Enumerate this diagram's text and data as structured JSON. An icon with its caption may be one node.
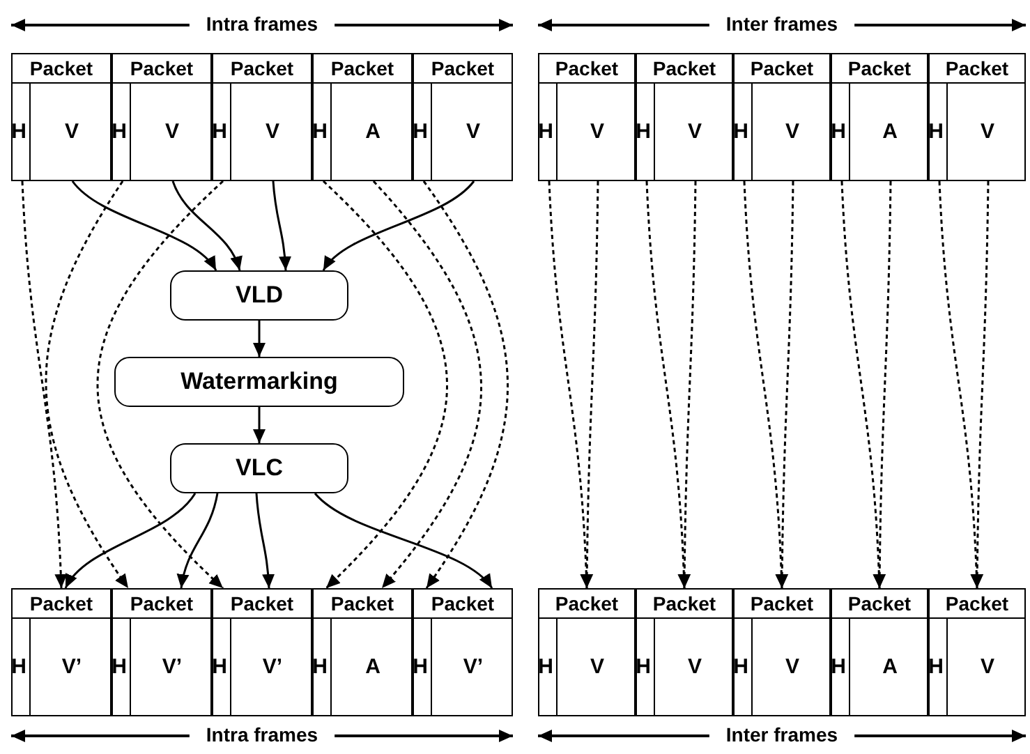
{
  "diagram": {
    "nodes": [
      {
        "text": [
          "Packet"
        ]
      },
      {
        "text": [
          "H"
        ],
        "in": 0
      },
      {
        "text": [
          "V"
        ],
        "in": 0
      },
      {
        "text": [
          "Packet"
        ]
      },
      {
        "text": [
          "H"
        ],
        "in": 3
      },
      {
        "text": [
          "V"
        ],
        "in": 3
      },
      {
        "text": [
          "Packet"
        ]
      },
      {
        "text": [
          "H"
        ],
        "in": 6
      },
      {
        "text": [
          "V"
        ],
        "in": 6
      },
      {
        "text": [
          "Packet"
        ]
      },
      {
        "text": [
          "H"
        ],
        "in": 9
      },
      {
        "text": [
          "A"
        ],
        "in": 9
      },
      {
        "text": [
          "Packet"
        ]
      },
      {
        "text": [
          "H"
        ],
        "in": 12
      },
      {
        "text": [
          "V"
        ],
        "in": 12
      },
      {
        "text": [
          "Packet"
        ]
      },
      {
        "text": [
          "H"
        ],
        "in": 15
      },
      {
        "text": [
          "V"
        ],
        "in": 15
      },
      {
        "text": [
          "Packet"
        ]
      },
      {
        "text": [
          "H"
        ],
        "in": 18
      },
      {
        "text": [
          "V"
        ],
        "in": 18
      },
      {
        "text": [
          "Packet"
        ]
      },
      {
        "text": [
          "H"
        ],
        "in": 21
      },
      {
        "text": [
          "V"
        ],
        "in": 21
      },
      {
        "text": [
          "Packet"
        ]
      },
      {
        "text": [
          "H"
        ],
        "in": 24
      },
      {
        "text": [
          "A"
        ],
        "in": 24
      },
      {
        "text": [
          "Packet"
        ]
      },
      {
        "text": [
          "H"
        ],
        "in": 27
      },
      {
        "text": [
          "V"
        ],
        "in": 27
      },
      {
        "text": [
          "VLD"
        ]
      },
      {
        "text": [
          "Watermarking"
        ]
      },
      {
        "text": [
          "VLC"
        ]
      },
      {
        "text": [
          "Packet"
        ]
      },
      {
        "text": [
          "H"
        ],
        "in": 33
      },
      {
        "text": [
          "V’"
        ],
        "in": 33
      },
      {
        "text": [
          "Packet"
        ]
      },
      {
        "text": [
          "H"
        ],
        "in": 36
      },
      {
        "text": [
          "V’"
        ],
        "in": 36
      },
      {
        "text": [
          "Packet"
        ]
      },
      {
        "text": [
          "H"
        ],
        "in": 39
      },
      {
        "text": [
          "V’"
        ],
        "in": 39
      },
      {
        "text": [
          "Packet"
        ]
      },
      {
        "text": [
          "H"
        ],
        "in": 42
      },
      {
        "text": [
          "A"
        ],
        "in": 42
      },
      {
        "text": [
          "Packet"
        ]
      },
      {
        "text": [
          "H"
        ],
        "in": 45
      },
      {
        "text": [
          "V’"
        ],
        "in": 45
      },
      {
        "text": [
          "Packet"
        ]
      },
      {
        "text": [
          "H"
        ],
        "in": 48
      },
      {
        "text": [
          "V"
        ],
        "in": 48
      },
      {
        "text": [
          "Packet"
        ]
      },
      {
        "text": [
          "H"
        ],
        "in": 51
      },
      {
        "text": [
          "V"
        ],
        "in": 51
      },
      {
        "text": [
          "Packet"
        ]
      },
      {
        "text": [
          "H"
        ],
        "in": 54
      },
      {
        "text": [
          "V"
        ],
        "in": 54
      },
      {
        "text": [
          "Packet"
        ]
      },
      {
        "text": [
          "H"
        ],
        "in": 57
      },
      {
        "text": [
          "A"
        ],
        "in": 57
      },
      {
        "text": [
          "Packet"
        ]
      },
      {
        "text": [
          "H"
        ],
        "in": 60
      },
      {
        "text": [
          "V"
        ],
        "in": 60
      }
    ],
    "edges": [
      {
        "from": 1,
        "to": 33,
        "arrow": "to",
        "style": "dashed"
      },
      {
        "from": 4,
        "to": 36,
        "arrow": "to",
        "style": "dashed"
      },
      {
        "from": 7,
        "to": 39,
        "arrow": "to",
        "style": "dashed"
      },
      {
        "from": 10,
        "to": 42,
        "arrow": "to",
        "style": "dashed"
      },
      {
        "from": 11,
        "to": 42,
        "arrow": "to",
        "style": "dashed"
      },
      {
        "from": 13,
        "to": 45,
        "arrow": "to",
        "style": "dashed"
      },
      {
        "from": 2,
        "to": 30,
        "arrow": "to"
      },
      {
        "from": 5,
        "to": 30,
        "arrow": "to"
      },
      {
        "from": 8,
        "to": 30,
        "arrow": "to"
      },
      {
        "from": 14,
        "to": 30,
        "arrow": "to"
      },
      {
        "from": 30,
        "to": 31,
        "arrow": "to"
      },
      {
        "from": 31,
        "to": 32,
        "arrow": "to"
      },
      {
        "from": 32,
        "to": 33,
        "arrow": "to"
      },
      {
        "from": 32,
        "to": 36,
        "arrow": "to"
      },
      {
        "from": 32,
        "to": 39,
        "arrow": "to"
      },
      {
        "from": 32,
        "to": 45,
        "arrow": "to"
      },
      {
        "from": 16,
        "to": 48,
        "arrow": "to",
        "style": "dashed"
      },
      {
        "from": 17,
        "to": 48,
        "arrow": "to",
        "style": "dashed"
      },
      {
        "from": 19,
        "to": 51,
        "arrow": "to",
        "style": "dashed"
      },
      {
        "from": 20,
        "to": 51,
        "arrow": "to",
        "style": "dashed"
      },
      {
        "from": 22,
        "to": 54,
        "arrow": "to",
        "style": "dashed"
      },
      {
        "from": 23,
        "to": 54,
        "arrow": "to",
        "style": "dashed"
      },
      {
        "from": 25,
        "to": 57,
        "arrow": "to",
        "style": "dashed"
      },
      {
        "from": 26,
        "to": 57,
        "arrow": "to",
        "style": "dashed"
      },
      {
        "from": 28,
        "to": 60,
        "arrow": "to",
        "style": "dashed"
      },
      {
        "from": 29,
        "to": 60,
        "arrow": "to",
        "style": "dashed"
      }
    ],
    "labels": [
      "Intra frames",
      "Inter frames",
      "Intra frames",
      "Inter frames"
    ]
  }
}
